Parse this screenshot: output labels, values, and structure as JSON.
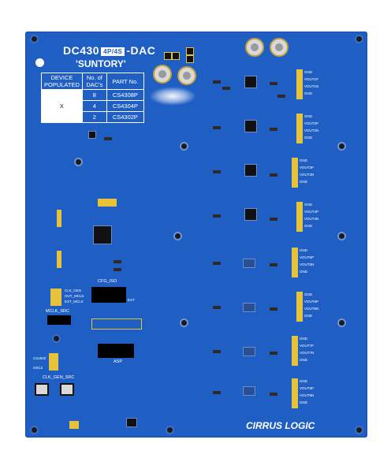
{
  "board": {
    "title_prefix": "DC430",
    "title_variant": "4P/4S",
    "title_suffix": "-DAC",
    "subtitle": "'SUNTORY'",
    "logo": "CIRRUS LOGIC",
    "colors": {
      "board": "#1f5fc4",
      "silkscreen": "#ffffff",
      "gold": "#e6c23a"
    }
  },
  "device_table": {
    "headers": [
      "DEVICE POPULATED",
      "No. of DAC's",
      "PART No."
    ],
    "rows": [
      {
        "mark": "",
        "count": "8",
        "part": "CS4308P"
      },
      {
        "mark": "X",
        "count": "4",
        "part": "CS4304P"
      },
      {
        "mark": "",
        "count": "2",
        "part": "CS4302P"
      }
    ]
  },
  "labels": {
    "gnd": "GND",
    "vout1p": "VOUT1P",
    "vout1n": "VOUT1N",
    "vout2p": "VOUT2P",
    "vout2n": "VOUT2N",
    "vout3p": "VOUT3P",
    "vout3n": "VOUT3N",
    "vout4p": "VOUT4P",
    "vout4n": "VOUT4N",
    "vout5p": "VOUT5P",
    "vout5n": "VOUT5N",
    "vout6p": "VOUT6P",
    "vout6n": "VOUT6N",
    "vout7p": "VOUT7P",
    "vout7n": "VOUT7N",
    "vout8p": "VOUT8P",
    "vout8n": "VOUT8N",
    "cfg_iso": "CFG_ISO",
    "mclk_src": "MCLK_SRC",
    "clk_gen_src": "CLK_GEN_SRC",
    "asp": "ASP",
    "ext": "EXT",
    "ext_mclk": "EXT_MCLK",
    "out_mclk": "OUT_MCLK",
    "clk_gen": "CLK_GEN",
    "cs2500": "CS2500",
    "osc2": "OSC2"
  }
}
